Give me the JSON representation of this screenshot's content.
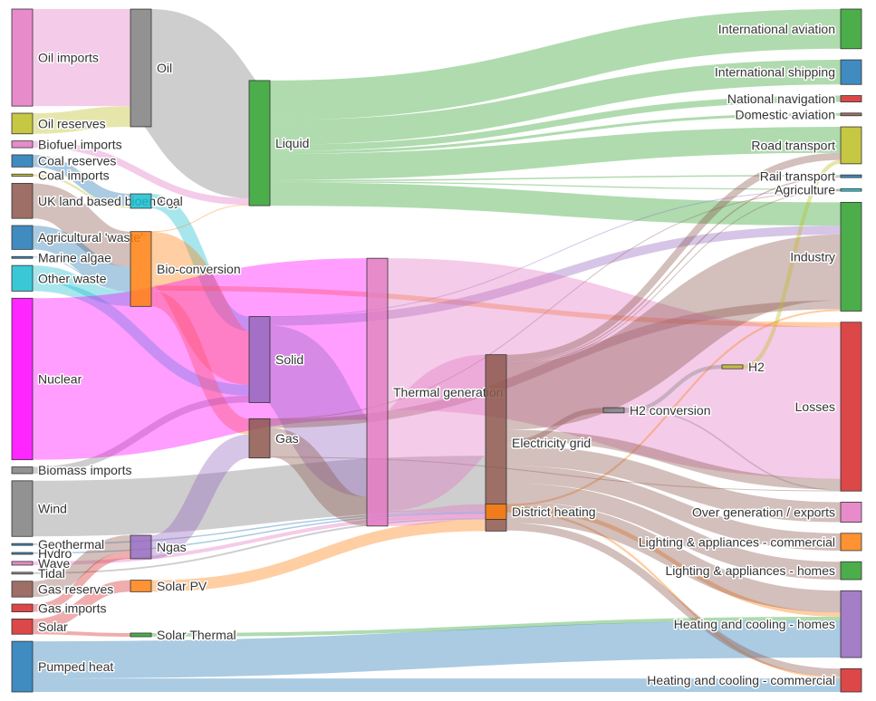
{
  "chart_data": {
    "type": "sankey",
    "nodes": [
      {
        "id": "oil_imports",
        "label": "Oil imports",
        "color": "#e377c2",
        "col": 0
      },
      {
        "id": "oil_reserves",
        "label": "Oil reserves",
        "color": "#bcbd22",
        "col": 0
      },
      {
        "id": "biofuel_imports",
        "label": "Biofuel imports",
        "color": "#e377c2",
        "col": 0
      },
      {
        "id": "coal_reserves",
        "label": "Coal reserves",
        "color": "#1f77b4",
        "col": 0
      },
      {
        "id": "coal_imports",
        "label": "Coal imports",
        "color": "#bcbd22",
        "col": 0
      },
      {
        "id": "uk_bio",
        "label": "UK land based bioenergy",
        "color": "#8c564b",
        "col": 0
      },
      {
        "id": "agri_waste",
        "label": "Agricultural 'waste'",
        "color": "#1f77b4",
        "col": 0
      },
      {
        "id": "marine_algae",
        "label": "Marine algae",
        "color": "#1f77b4",
        "col": 0
      },
      {
        "id": "other_waste",
        "label": "Other waste",
        "color": "#17becf",
        "col": 0
      },
      {
        "id": "nuclear",
        "label": "Nuclear",
        "color": "#ff00ff",
        "col": 0
      },
      {
        "id": "biomass_imports",
        "label": "Biomass imports",
        "color": "#7f7f7f",
        "col": 0
      },
      {
        "id": "wind",
        "label": "Wind",
        "color": "#7f7f7f",
        "col": 0
      },
      {
        "id": "geothermal",
        "label": "Geothermal",
        "color": "#1f77b4",
        "col": 0
      },
      {
        "id": "hydro",
        "label": "Hydro",
        "color": "#1f77b4",
        "col": 0
      },
      {
        "id": "wave",
        "label": "Wave",
        "color": "#e377c2",
        "col": 0
      },
      {
        "id": "tidal",
        "label": "Tidal",
        "color": "#7f7f7f",
        "col": 0
      },
      {
        "id": "gas_reserves",
        "label": "Gas reserves",
        "color": "#8c564b",
        "col": 0
      },
      {
        "id": "gas_imports",
        "label": "Gas imports",
        "color": "#d62728",
        "col": 0
      },
      {
        "id": "solar",
        "label": "Solar",
        "color": "#d62728",
        "col": 0
      },
      {
        "id": "pumped_heat",
        "label": "Pumped heat",
        "color": "#1f77b4",
        "col": 0
      },
      {
        "id": "oil",
        "label": "Oil",
        "color": "#7f7f7f",
        "col": 1
      },
      {
        "id": "coal",
        "label": "Coal",
        "color": "#17becf",
        "col": 1
      },
      {
        "id": "bio_conversion",
        "label": "Bio-conversion",
        "color": "#ff7f0e",
        "col": 1
      },
      {
        "id": "ngas",
        "label": "Ngas",
        "color": "#9467bd",
        "col": 1
      },
      {
        "id": "solar_pv",
        "label": "Solar PV",
        "color": "#ff7f0e",
        "col": 1
      },
      {
        "id": "solar_thermal",
        "label": "Solar Thermal",
        "color": "#2ca02c",
        "col": 1
      },
      {
        "id": "liquid",
        "label": "Liquid",
        "color": "#2ca02c",
        "col": 2
      },
      {
        "id": "solid",
        "label": "Solid",
        "color": "#9467bd",
        "col": 2
      },
      {
        "id": "gas",
        "label": "Gas",
        "color": "#8c564b",
        "col": 2
      },
      {
        "id": "thermal_gen",
        "label": "Thermal generation",
        "color": "#e377c2",
        "col": 3
      },
      {
        "id": "electricity_grid",
        "label": "Electricity grid",
        "color": "#8c564b",
        "col": 4
      },
      {
        "id": "district_heating",
        "label": "District heating",
        "color": "#ff7f0e",
        "col": 4
      },
      {
        "id": "h2_conversion",
        "label": "H2 conversion",
        "color": "#7f7f7f",
        "col": 5
      },
      {
        "id": "h2",
        "label": "H2",
        "color": "#bcbd22",
        "col": 6
      },
      {
        "id": "intl_aviation",
        "label": "International aviation",
        "color": "#2ca02c",
        "col": 7
      },
      {
        "id": "intl_shipping",
        "label": "International shipping",
        "color": "#1f77b4",
        "col": 7
      },
      {
        "id": "natl_navigation",
        "label": "National navigation",
        "color": "#d62728",
        "col": 7
      },
      {
        "id": "dom_aviation",
        "label": "Domestic aviation",
        "color": "#8c564b",
        "col": 7
      },
      {
        "id": "road_transport",
        "label": "Road transport",
        "color": "#bcbd22",
        "col": 7
      },
      {
        "id": "rail_transport",
        "label": "Rail transport",
        "color": "#1f77b4",
        "col": 7
      },
      {
        "id": "agriculture",
        "label": "Agriculture",
        "color": "#17becf",
        "col": 7
      },
      {
        "id": "industry",
        "label": "Industry",
        "color": "#2ca02c",
        "col": 7
      },
      {
        "id": "losses",
        "label": "Losses",
        "color": "#d62728",
        "col": 7
      },
      {
        "id": "over_gen",
        "label": "Over generation / exports",
        "color": "#e377c2",
        "col": 7
      },
      {
        "id": "lighting_comm",
        "label": "Lighting & appliances - commercial",
        "color": "#ff7f0e",
        "col": 7
      },
      {
        "id": "lighting_homes",
        "label": "Lighting & appliances - homes",
        "color": "#2ca02c",
        "col": 7
      },
      {
        "id": "heat_homes",
        "label": "Heating and cooling - homes",
        "color": "#9467bd",
        "col": 7
      },
      {
        "id": "heat_comm",
        "label": "Heating and cooling - commercial",
        "color": "#d62728",
        "col": 7
      }
    ],
    "links": [
      {
        "source": "oil_imports",
        "target": "oil",
        "value": 504
      },
      {
        "source": "oil_reserves",
        "target": "oil",
        "value": 107
      },
      {
        "source": "oil",
        "target": "liquid",
        "value": 611
      },
      {
        "source": "biofuel_imports",
        "target": "liquid",
        "value": 35
      },
      {
        "source": "coal_reserves",
        "target": "coal",
        "value": 63
      },
      {
        "source": "coal_imports",
        "target": "coal",
        "value": 11
      },
      {
        "source": "coal",
        "target": "solid",
        "value": 75
      },
      {
        "source": "uk_bio",
        "target": "bio_conversion",
        "value": 182
      },
      {
        "source": "agri_waste",
        "target": "bio_conversion",
        "value": 124
      },
      {
        "source": "marine_algae",
        "target": "bio_conversion",
        "value": 4
      },
      {
        "source": "other_waste",
        "target": "bio_conversion",
        "value": 77
      },
      {
        "source": "other_waste",
        "target": "solid",
        "value": 56
      },
      {
        "source": "bio_conversion",
        "target": "liquid",
        "value": 0.6
      },
      {
        "source": "bio_conversion",
        "target": "losses",
        "value": 26
      },
      {
        "source": "bio_conversion",
        "target": "solid",
        "value": 280
      },
      {
        "source": "bio_conversion",
        "target": "gas",
        "value": 82
      },
      {
        "source": "biomass_imports",
        "target": "solid",
        "value": 35
      },
      {
        "source": "nuclear",
        "target": "thermal_gen",
        "value": 839
      },
      {
        "source": "wind",
        "target": "electricity_grid",
        "value": 289
      },
      {
        "source": "geothermal",
        "target": "electricity_grid",
        "value": 7
      },
      {
        "source": "hydro",
        "target": "electricity_grid",
        "value": 7
      },
      {
        "source": "wave",
        "target": "electricity_grid",
        "value": 19
      },
      {
        "source": "tidal",
        "target": "electricity_grid",
        "value": 9
      },
      {
        "source": "gas_reserves",
        "target": "ngas",
        "value": 82
      },
      {
        "source": "gas_imports",
        "target": "ngas",
        "value": 40
      },
      {
        "source": "ngas",
        "target": "gas",
        "value": 122
      },
      {
        "source": "solar",
        "target": "solar_pv",
        "value": 60
      },
      {
        "source": "solar",
        "target": "solar_thermal",
        "value": 19
      },
      {
        "source": "solar_pv",
        "target": "electricity_grid",
        "value": 60
      },
      {
        "source": "solar_thermal",
        "target": "heat_homes",
        "value": 19
      },
      {
        "source": "pumped_heat",
        "target": "heat_homes",
        "value": 193
      },
      {
        "source": "pumped_heat",
        "target": "heat_comm",
        "value": 70
      },
      {
        "source": "liquid",
        "target": "intl_aviation",
        "value": 206
      },
      {
        "source": "liquid",
        "target": "intl_shipping",
        "value": 128
      },
      {
        "source": "liquid",
        "target": "natl_navigation",
        "value": 33
      },
      {
        "source": "liquid",
        "target": "dom_aviation",
        "value": 14
      },
      {
        "source": "liquid",
        "target": "road_transport",
        "value": 135
      },
      {
        "source": "liquid",
        "target": "rail_transport",
        "value": 7
      },
      {
        "source": "liquid",
        "target": "agriculture",
        "value": 6
      },
      {
        "source": "liquid",
        "target": "industry",
        "value": 121
      },
      {
        "source": "solid",
        "target": "agriculture",
        "value": 0.9
      },
      {
        "source": "solid",
        "target": "thermal_gen",
        "value": 400
      },
      {
        "source": "solid",
        "target": "industry",
        "value": 46
      },
      {
        "source": "gas",
        "target": "agriculture",
        "value": 2
      },
      {
        "source": "gas",
        "target": "losses",
        "value": 1
      },
      {
        "source": "gas",
        "target": "thermal_gen",
        "value": 151
      },
      {
        "source": "gas",
        "target": "industry",
        "value": 46
      },
      {
        "source": "thermal_gen",
        "target": "electricity_grid",
        "value": 525
      },
      {
        "source": "thermal_gen",
        "target": "losses",
        "value": 787
      },
      {
        "source": "thermal_gen",
        "target": "district_heating",
        "value": 79
      },
      {
        "source": "district_heating",
        "target": "industry",
        "value": 10
      },
      {
        "source": "district_heating",
        "target": "heat_homes",
        "value": 22
      },
      {
        "source": "district_heating",
        "target": "heat_comm",
        "value": 11
      },
      {
        "source": "electricity_grid",
        "target": "over_gen",
        "value": 104
      },
      {
        "source": "electricity_grid",
        "target": "h2_conversion",
        "value": 27
      },
      {
        "source": "electricity_grid",
        "target": "industry",
        "value": 342
      },
      {
        "source": "electricity_grid",
        "target": "road_transport",
        "value": 37
      },
      {
        "source": "electricity_grid",
        "target": "agriculture",
        "value": 4
      },
      {
        "source": "electricity_grid",
        "target": "rail_transport",
        "value": 7
      },
      {
        "source": "electricity_grid",
        "target": "lighting_comm",
        "value": 90
      },
      {
        "source": "electricity_grid",
        "target": "lighting_homes",
        "value": 93
      },
      {
        "source": "electricity_grid",
        "target": "heat_homes",
        "value": 113
      },
      {
        "source": "electricity_grid",
        "target": "heat_comm",
        "value": 40
      },
      {
        "source": "electricity_grid",
        "target": "losses",
        "value": 56
      },
      {
        "source": "h2_conversion",
        "target": "h2",
        "value": 20
      },
      {
        "source": "h2_conversion",
        "target": "losses",
        "value": 7
      },
      {
        "source": "h2",
        "target": "road_transport",
        "value": 20
      }
    ]
  }
}
